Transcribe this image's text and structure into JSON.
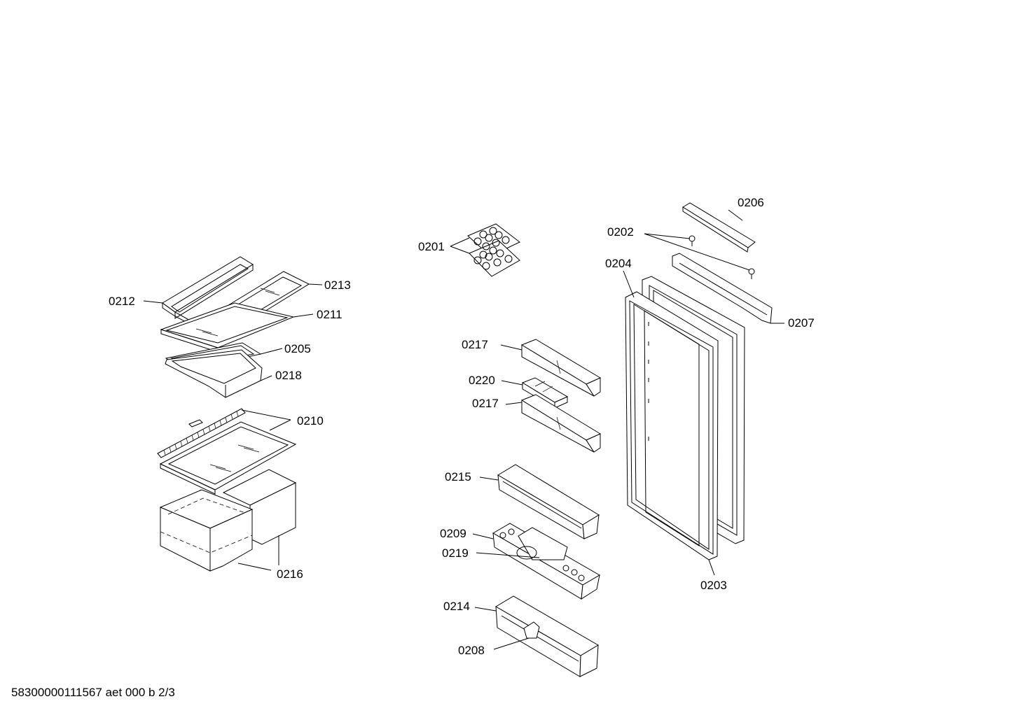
{
  "diagram": {
    "part_labels": {
      "p0212": "0212",
      "p0213": "0213",
      "p0211": "0211",
      "p0205": "0205",
      "p0218": "0218",
      "p0210": "0210",
      "p0216": "0216",
      "p0201": "0201",
      "p0217a": "0217",
      "p0220": "0220",
      "p0217b": "0217",
      "p0215": "0215",
      "p0209": "0209",
      "p0219": "0219",
      "p0214": "0214",
      "p0208": "0208",
      "p0206": "0206",
      "p0202": "0202",
      "p0204": "0204",
      "p0207": "0207",
      "p0203": "0203"
    },
    "footer": "58300000111567 aet 000 b 2/3"
  }
}
